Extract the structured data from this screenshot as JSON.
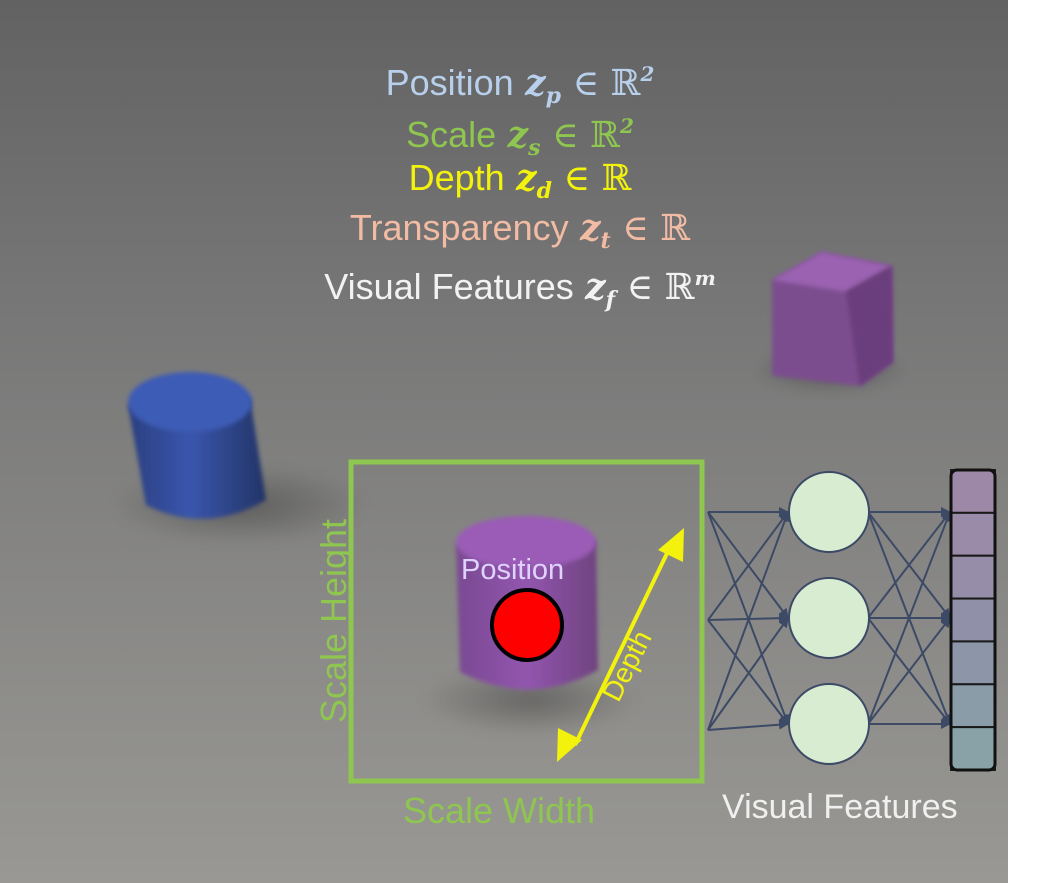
{
  "legend": [
    {
      "label": "Position",
      "symbol": "z",
      "sub": "p",
      "member": "∈ ℝ",
      "sup": "2",
      "color": "#b8d0ec"
    },
    {
      "label": "Scale",
      "symbol": "z",
      "sub": "s",
      "member": "∈ ℝ",
      "sup": "2",
      "color": "#8fc650"
    },
    {
      "label": "Depth",
      "symbol": "z",
      "sub": "d",
      "member": "∈ ℝ",
      "sup": "",
      "color": "#f2f20c"
    },
    {
      "label": "Transparency",
      "symbol": "z",
      "sub": "t",
      "member": "∈ ℝ",
      "sup": "",
      "color": "#f1bba4"
    },
    {
      "label": "Visual Features",
      "symbol": "z",
      "sub": "f",
      "member": "∈ ℝ",
      "sup": "m",
      "color": "#f2f2f2"
    }
  ],
  "labels": {
    "position": "Position",
    "depth": "Depth",
    "scale_height": "Scale Height",
    "scale_width": "Scale Width",
    "visual_features": "Visual Features"
  },
  "colors": {
    "scale_box": "#8fc650",
    "depth_arrow": "#f2f20c",
    "position_dot": "#ff0000",
    "position_label": "#e0d2ff",
    "network_node": "#d8ecd2",
    "network_edge": "#3c4a66",
    "feature_vector": [
      "#9d88a8",
      "#9a8ca8",
      "#968ea8",
      "#9090a8",
      "#8c96a8",
      "#8a9ca8",
      "#88a2a8"
    ]
  }
}
